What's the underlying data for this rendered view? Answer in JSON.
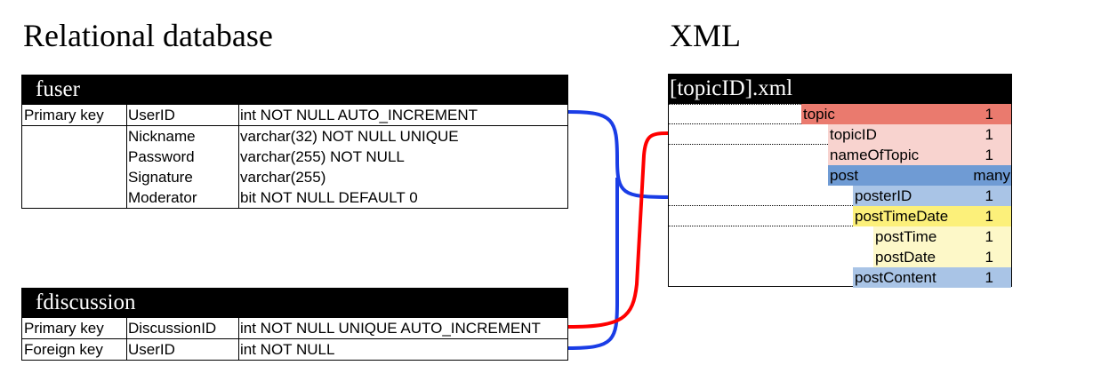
{
  "headings": {
    "relational": "Relational database",
    "xml": "XML"
  },
  "colors": {
    "red_link": "#ff0000",
    "blue_link": "#1a3de6",
    "topic": "#ea7a6e",
    "topic_child": "#f8d3cf",
    "post": "#6f9bd4",
    "post_child": "#a9c4e6",
    "timedate": "#fcf07a",
    "timedate_child": "#fdf8c8"
  },
  "fuser": {
    "title": "fuser",
    "rows": [
      {
        "key": "Primary key",
        "field": "UserID",
        "type": "int NOT NULL AUTO_INCREMENT"
      },
      {
        "key": "",
        "field": "Nickname",
        "type": "varchar(32) NOT NULL UNIQUE"
      },
      {
        "key": "",
        "field": "Password",
        "type": "varchar(255) NOT NULL"
      },
      {
        "key": "",
        "field": "Signature",
        "type": "varchar(255)"
      },
      {
        "key": "",
        "field": "Moderator",
        "type": "bit NOT NULL DEFAULT 0"
      }
    ]
  },
  "fdiscussion": {
    "title": "fdiscussion",
    "rows": [
      {
        "key": "Primary key",
        "field": "DiscussionID",
        "type": "int NOT NULL UNIQUE AUTO_INCREMENT"
      },
      {
        "key": "Foreign key",
        "field": "UserID",
        "type": "int NOT NULL"
      }
    ]
  },
  "xml": {
    "title": "[topicID].xml",
    "rows": [
      {
        "label": "topic",
        "count": "1"
      },
      {
        "label": "topicID",
        "count": "1"
      },
      {
        "label": "nameOfTopic",
        "count": "1"
      },
      {
        "label": "post",
        "count": "many"
      },
      {
        "label": "posterID",
        "count": "1"
      },
      {
        "label": "postTimeDate",
        "count": "1"
      },
      {
        "label": "postTime",
        "count": "1"
      },
      {
        "label": "postDate",
        "count": "1"
      },
      {
        "label": "postContent",
        "count": "1"
      }
    ]
  }
}
